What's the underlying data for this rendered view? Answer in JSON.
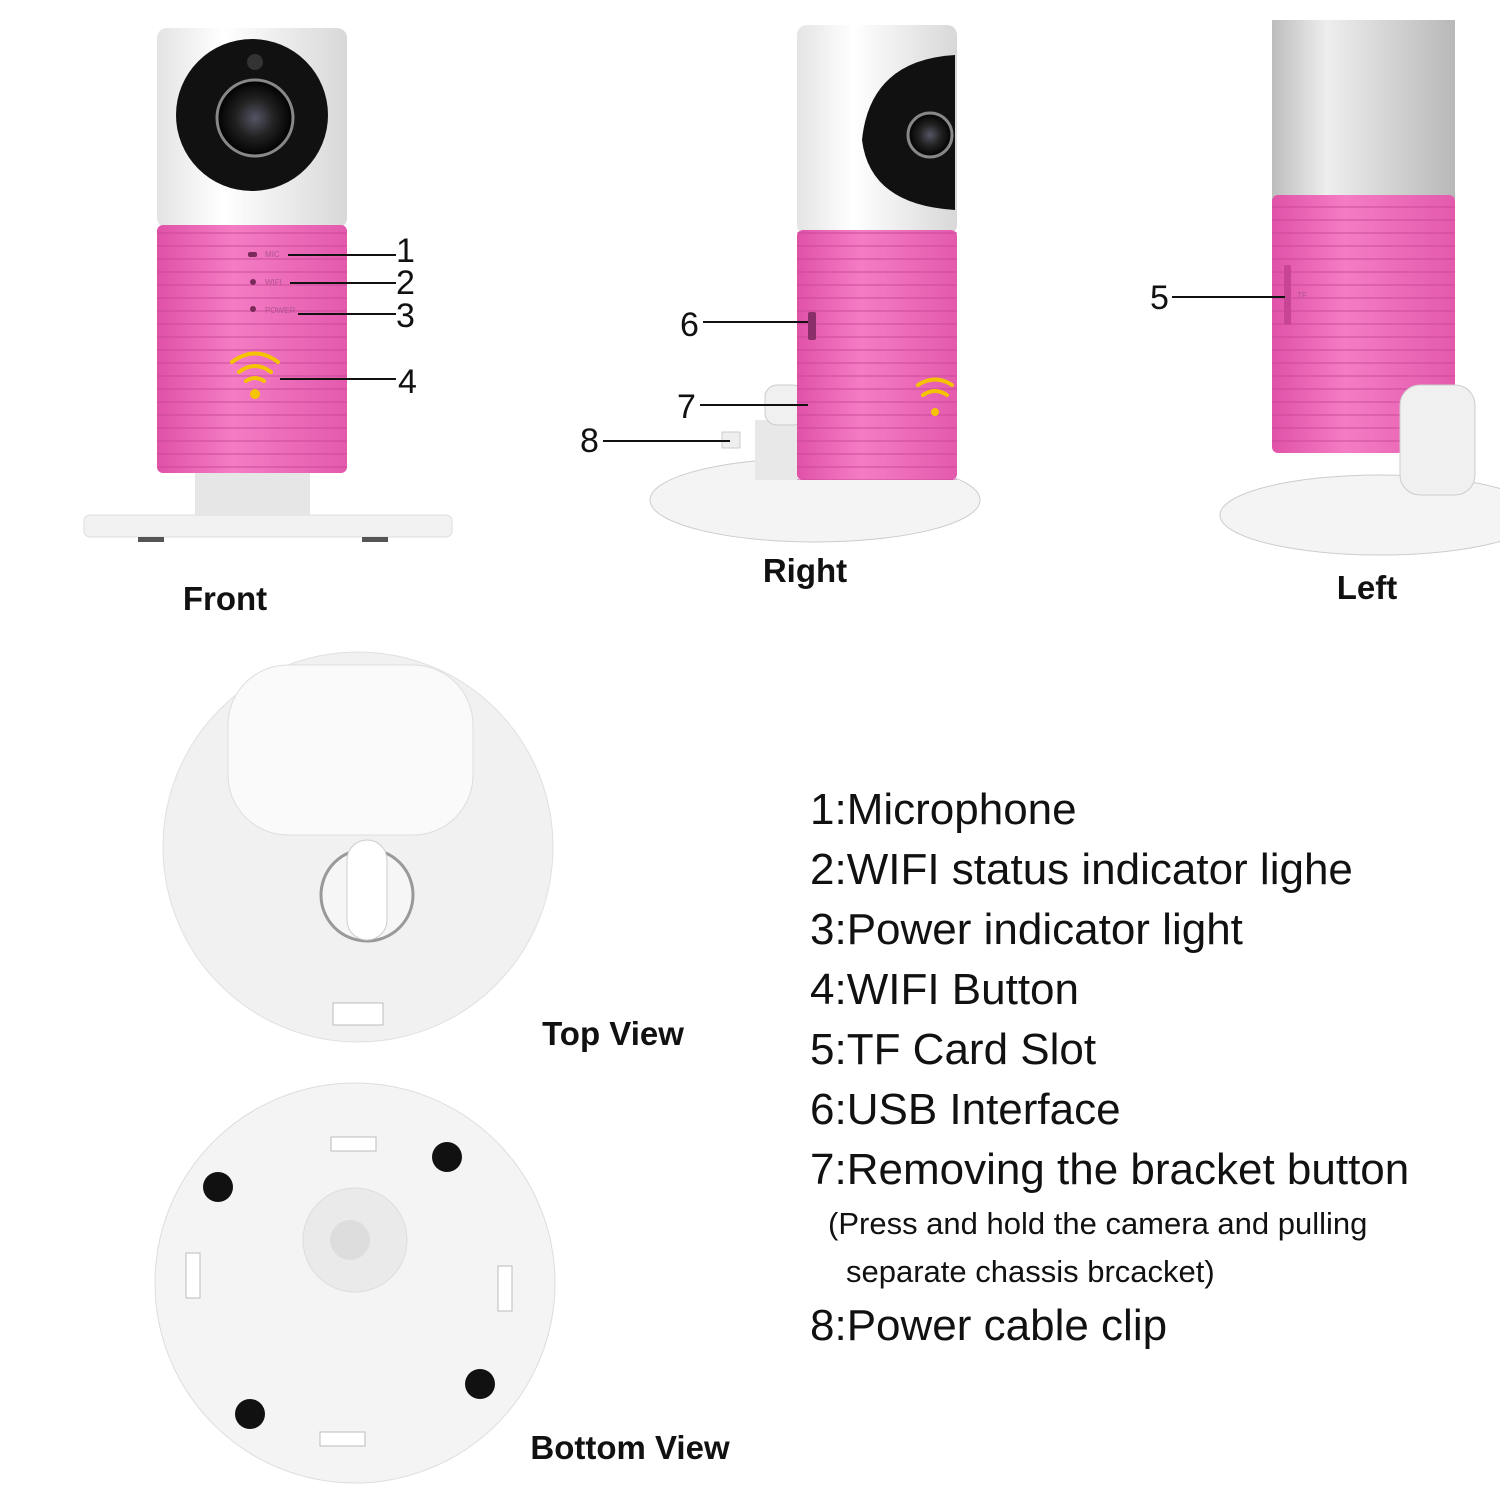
{
  "views": {
    "front": "Front",
    "right": "Right",
    "left": "Left",
    "top": "Top View",
    "bottom": "Bottom View"
  },
  "device_labels": {
    "mic": "MIC",
    "wifi": "WIFI",
    "power": "POWER",
    "tf": "TF"
  },
  "callouts": [
    "1",
    "2",
    "3",
    "4",
    "5",
    "6",
    "7",
    "8"
  ],
  "legend": {
    "items": [
      "1:Microphone",
      "2:WIFI status indicator lighe",
      "3:Power indicator light",
      "4:WIFI Button",
      "5:TF Card Slot",
      "6:USB Interface",
      "7:Removing the bracket button"
    ],
    "note_line1": "(Press and hold the camera and pulling",
    "note_line2": "separate chassis brcacket)",
    "last": "8:Power cable clip"
  },
  "colors": {
    "pink": "#f06ab8",
    "pink_dark": "#d9509f",
    "wifi_yellow": "#f5c400"
  }
}
